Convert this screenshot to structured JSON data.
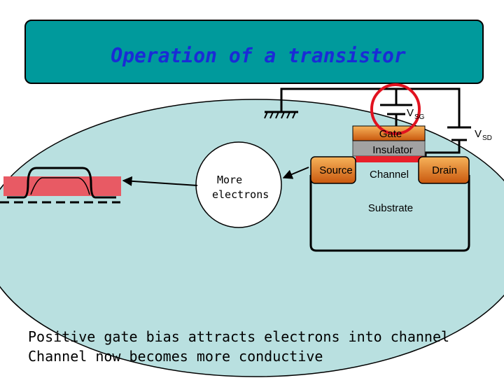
{
  "title": "Operation of a transistor",
  "labels": {
    "v_sg": "V",
    "v_sg_sub": "SG",
    "v_sd": "V",
    "v_sd_sub": "SD",
    "gate": "Gate",
    "insulator": "Insulator",
    "source": "Source",
    "channel": "Channel",
    "drain": "Drain",
    "substrate": "Substrate",
    "zoom_line1": "More",
    "zoom_line2": "electrons"
  },
  "caption": {
    "line1": "Positive gate bias attracts electrons into channel",
    "line2": "Channel now becomes more conductive"
  },
  "colors": {
    "title_fill": "#009a9c",
    "body_fill": "#b9e0e0",
    "channel_red": "#e8202a",
    "zoom_red": "#e85a64",
    "highlight_red": "#e1121f",
    "title_text": "#1a2bd6"
  },
  "icons": [
    "ground-icon",
    "battery-icon",
    "arrow-icon"
  ]
}
